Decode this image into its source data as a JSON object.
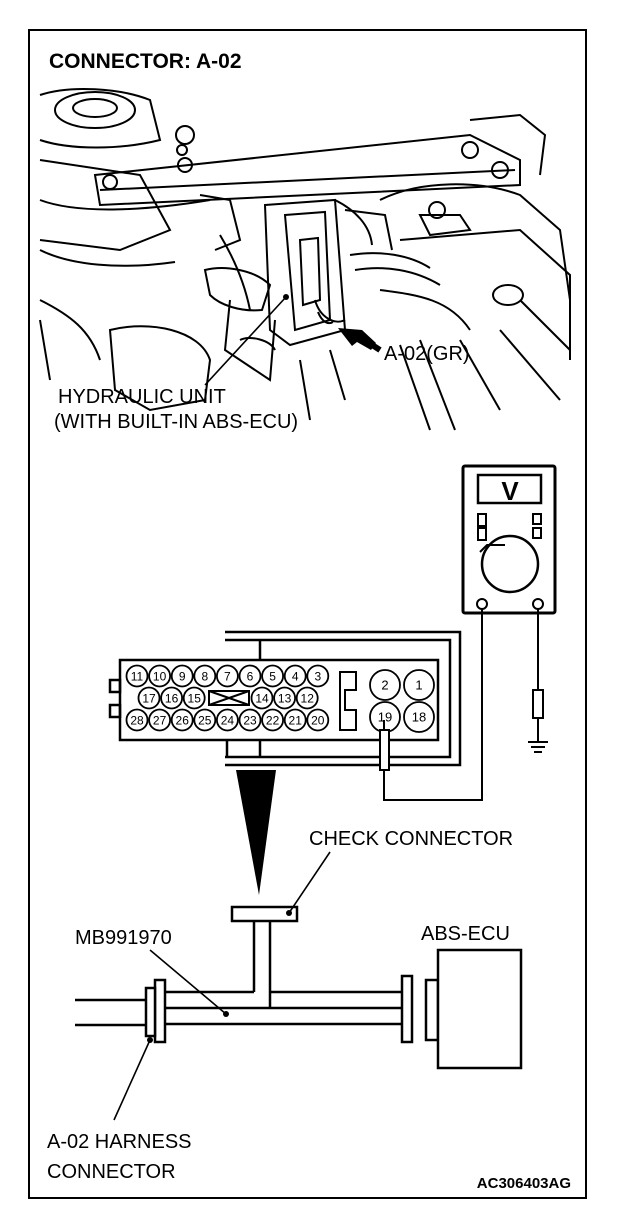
{
  "title": "CONNECTOR: A-02",
  "engine_view": {
    "connector_callout": "A-02(GR)",
    "hydraulic_label_line1": "HYDRAULIC UNIT",
    "hydraulic_label_line2": "(WITH BUILT-IN ABS-ECU)"
  },
  "voltmeter": {
    "symbol": "V"
  },
  "connector_face": {
    "row1": [
      "11",
      "10",
      "9",
      "8",
      "7",
      "6",
      "5",
      "4",
      "3"
    ],
    "row2": [
      "17",
      "16",
      "15",
      "14",
      "13",
      "12"
    ],
    "row3": [
      "28",
      "27",
      "26",
      "25",
      "24",
      "23",
      "22",
      "21",
      "20"
    ],
    "right_top": [
      "2",
      "1"
    ],
    "right_bottom": [
      "19",
      "18"
    ]
  },
  "labels": {
    "check_connector": "CHECK CONNECTOR",
    "tool": "MB991970",
    "abs_ecu": "ABS-ECU",
    "harness_line1": "A-02 HARNESS",
    "harness_line2": "CONNECTOR",
    "figure_code": "AC306403AG"
  }
}
